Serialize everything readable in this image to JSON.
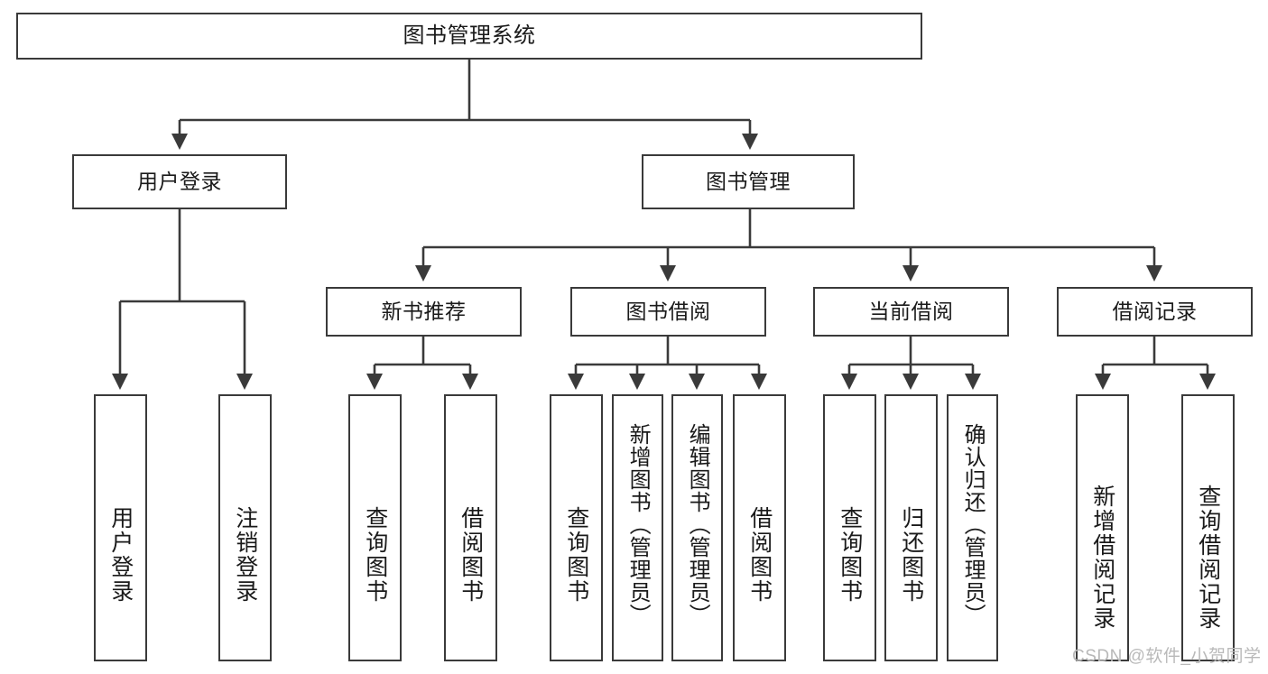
{
  "diagram": {
    "kind": "tree-hierarchy-chart",
    "title": "图书管理系统",
    "watermark": "CSDN @软件_小贺同学",
    "colors": {
      "box_border": "#3a3a3a",
      "box_fill": "#ffffff",
      "connector": "#3a3a3a",
      "text": "#1a1a1a",
      "watermark": "#b9b9b9",
      "background": "#ffffff"
    },
    "root": {
      "label": "图书管理系统"
    },
    "level2": [
      {
        "id": "user-login",
        "label": "用户登录"
      },
      {
        "id": "book-manage",
        "label": "图书管理"
      }
    ],
    "level3": [
      {
        "id": "new-book-recommend",
        "label": "新书推荐"
      },
      {
        "id": "book-borrow",
        "label": "图书借阅"
      },
      {
        "id": "current-borrow",
        "label": "当前借阅"
      },
      {
        "id": "borrow-record",
        "label": "借阅记录"
      }
    ],
    "leaves": {
      "user_login": [
        {
          "id": "leaf-user-login",
          "label": "用户登录"
        },
        {
          "id": "leaf-logout-login",
          "label": "注销登录"
        }
      ],
      "new_book_recommend": [
        {
          "id": "leaf-query-book-1",
          "label": "查询图书"
        },
        {
          "id": "leaf-borrow-book-1",
          "label": "借阅图书"
        }
      ],
      "book_borrow": [
        {
          "id": "leaf-query-book-2",
          "label": "查询图书"
        },
        {
          "id": "leaf-add-book",
          "label": "新增图书（管理员）"
        },
        {
          "id": "leaf-edit-book",
          "label": "编辑图书（管理员）"
        },
        {
          "id": "leaf-borrow-book-2",
          "label": "借阅图书"
        }
      ],
      "current_borrow": [
        {
          "id": "leaf-query-book-3",
          "label": "查询图书"
        },
        {
          "id": "leaf-return-book",
          "label": "归还图书"
        },
        {
          "id": "leaf-confirm-return",
          "label": "确认归还（管理员）"
        }
      ],
      "borrow_record": [
        {
          "id": "leaf-add-record",
          "label": "新增借阅记录"
        },
        {
          "id": "leaf-query-record",
          "label": "查询借阅记录"
        }
      ]
    }
  }
}
